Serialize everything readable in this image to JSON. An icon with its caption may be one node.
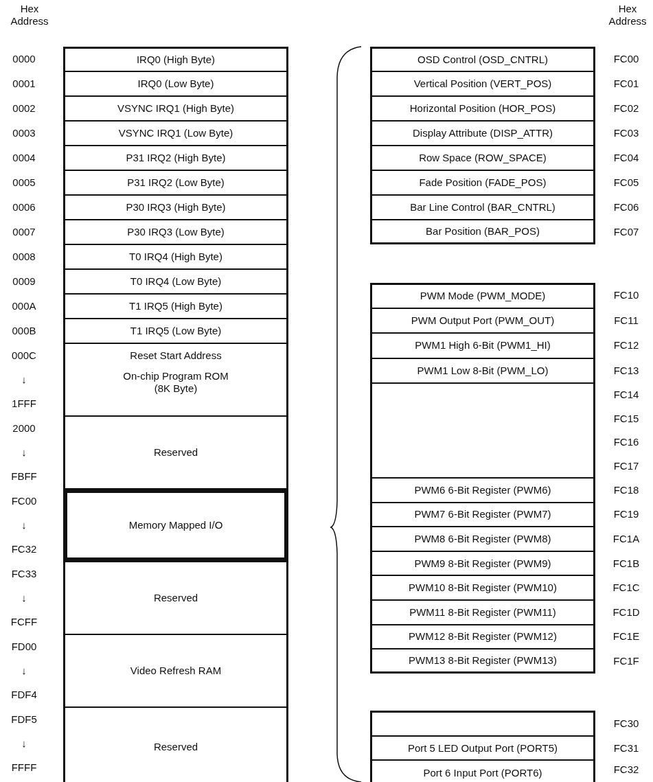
{
  "diagram": {
    "nodes": [
      {
        "text": [
          "IRQ0 (High Byte)"
        ],
        "beside": [
          "0000"
        ]
      },
      {
        "text": [
          "IRQ0 (Low Byte)"
        ],
        "beside": [
          "0001"
        ]
      },
      {
        "text": [
          "VSYNC IRQ1 (High Byte)"
        ],
        "beside": [
          "0002"
        ]
      },
      {
        "text": [
          "VSYNC IRQ1 (Low Byte)"
        ],
        "beside": [
          "0003"
        ]
      },
      {
        "text": [
          "P31 IRQ2 (High Byte)"
        ],
        "beside": [
          "0004"
        ]
      },
      {
        "text": [
          "P31 IRQ2 (Low Byte)"
        ],
        "beside": [
          "0005"
        ]
      },
      {
        "text": [
          "P30 IRQ3 (High Byte)"
        ],
        "beside": [
          "0006"
        ]
      },
      {
        "text": [
          "P30 IRQ3 (Low Byte)"
        ],
        "beside": [
          "0007"
        ]
      },
      {
        "text": [
          "T0 IRQ4 (High Byte)"
        ],
        "beside": [
          "0008"
        ]
      },
      {
        "text": [
          "T0 IRQ4 (Low Byte)"
        ],
        "beside": [
          "0009"
        ]
      },
      {
        "text": [
          "T1 IRQ5 (High Byte)"
        ],
        "beside": [
          "000A"
        ]
      },
      {
        "text": [
          "T1 IRQ5 (Low Byte)"
        ],
        "beside": [
          "000B"
        ]
      },
      {
        "text": [
          "Reset Start Address",
          "On-chip Program ROM (8K Byte)"
        ],
        "beside": [
          "000C",
          "↓",
          "1FFF"
        ]
      },
      {
        "text": [
          "Reserved"
        ],
        "beside": [
          "2000",
          "↓",
          "FBFF"
        ]
      },
      {
        "text": [
          "Memory Mapped I/O"
        ],
        "beside": [
          "FC00",
          "↓",
          "FC32"
        ]
      },
      {
        "text": [
          "Reserved"
        ],
        "beside": [
          "FC33",
          "↓",
          "FCFF"
        ]
      },
      {
        "text": [
          "Video Refresh RAM"
        ],
        "beside": [
          "FD00",
          "↓",
          "FDF4"
        ]
      },
      {
        "text": [
          "Reserved"
        ],
        "beside": [
          "FDF5",
          "↓",
          "FFFF"
        ]
      },
      {
        "text": [
          "OSD Control (OSD_CNTRL)"
        ],
        "beside": [
          "FC00"
        ]
      },
      {
        "text": [
          "Vertical Position (VERT_POS)"
        ],
        "beside": [
          "FC01"
        ]
      },
      {
        "text": [
          "Horizontal Position (HOR_POS)"
        ],
        "beside": [
          "FC02"
        ]
      },
      {
        "text": [
          "Display Attribute (DISP_ATTR)"
        ],
        "beside": [
          "FC03"
        ]
      },
      {
        "text": [
          "Row Space (ROW_SPACE)"
        ],
        "beside": [
          "FC04"
        ]
      },
      {
        "text": [
          "Fade Position (FADE_POS)"
        ],
        "beside": [
          "FC05"
        ]
      },
      {
        "text": [
          "Bar Line Control (BAR_CNTRL)"
        ],
        "beside": [
          "FC06"
        ]
      },
      {
        "text": [
          "Bar Position (BAR_POS)"
        ],
        "beside": [
          "FC07"
        ]
      },
      {
        "text": [
          "PWM Mode (PWM_MODE)"
        ],
        "beside": [
          "FC10"
        ]
      },
      {
        "text": [
          "PWM Output Port (PWM_OUT)"
        ],
        "beside": [
          "FC11"
        ]
      },
      {
        "text": [
          "PWM1 High 6-Bit (PWM1_HI)"
        ],
        "beside": [
          "FC12"
        ]
      },
      {
        "text": [
          "PWM1 Low 8-Bit (PWM_LO)"
        ],
        "beside": [
          "FC13"
        ]
      },
      {
        "text": [],
        "shape": "box",
        "beside": [
          "FC14",
          "FC15",
          "FC16",
          "FC17"
        ]
      },
      {
        "text": [
          "PWM6 6-Bit Register (PWM6)"
        ],
        "beside": [
          "FC18"
        ]
      },
      {
        "text": [
          "PWM7 6-Bit Register (PWM7)"
        ],
        "beside": [
          "FC19"
        ]
      },
      {
        "text": [
          "PWM8 6-Bit Register (PWM8)"
        ],
        "beside": [
          "FC1A"
        ]
      },
      {
        "text": [
          "PWM9 8-Bit Register (PWM9)"
        ],
        "beside": [
          "FC1B"
        ]
      },
      {
        "text": [
          "PWM10 8-Bit Register (PWM10)"
        ],
        "beside": [
          "FC1C"
        ]
      },
      {
        "text": [
          "PWM11 8-Bit Register (PWM11)"
        ],
        "beside": [
          "FC1D"
        ]
      },
      {
        "text": [
          "PWM12 8-Bit Register (PWM12)"
        ],
        "beside": [
          "FC1E"
        ]
      },
      {
        "text": [
          "PWM13 8-Bit Register (PWM13)"
        ],
        "beside": [
          "FC1F"
        ]
      },
      {
        "text": [],
        "shape": "box",
        "beside": [
          "FC30"
        ]
      },
      {
        "text": [
          "Port 5 LED Output Port (PORT5)"
        ],
        "beside": [
          "FC31"
        ]
      },
      {
        "text": [
          "Port 6 Input Port (PORT6)"
        ],
        "beside": [
          "FC32"
        ]
      }
    ],
    "labels": [
      "Hex Address",
      "Hex Address"
    ]
  }
}
